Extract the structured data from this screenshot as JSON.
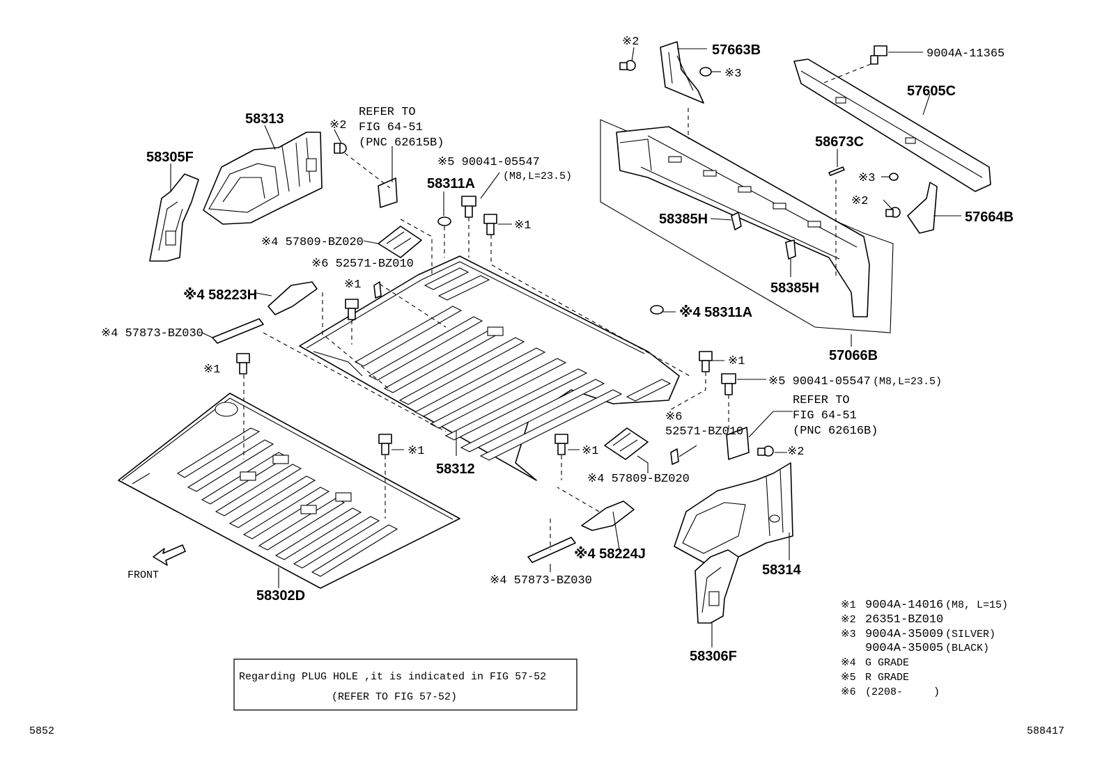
{
  "diagram": {
    "callouts": {
      "p58305F": "58305F",
      "p58313": "58313",
      "refer_left_1": "REFER TO",
      "refer_left_2": "FIG 64-51",
      "refer_left_3": "(PNC 62615B)",
      "k2_left": "※2",
      "k5_top": "※5 90041-05547",
      "k5_top_spec": "(M8,L=23.5)",
      "p58311A_top": "58311A",
      "k1_top": "※1",
      "k4_57809_top": "※4 57809-BZ020",
      "k6_52571_top": "※6 52571-BZ010",
      "k1_mid": "※1",
      "k4_58223H": "※4 58223H",
      "k4_57873_top": "※4 57873-BZ030",
      "k1_left": "※1",
      "p58311A_right": "※4 58311A",
      "p57066B": "57066B",
      "k1_right": "※1",
      "k5_right": "※5 90041-05547",
      "k5_right_spec": "(M8,L=23.5)",
      "refer_right_1": "REFER TO",
      "refer_right_2": "FIG 64-51",
      "refer_right_3": "(PNC 62616B)",
      "k2_right": "※2",
      "k6_right": "※6",
      "k6_right_num": "52571-BZ010",
      "k1_center": "※1",
      "k1_lower": "※1",
      "p58312": "58312",
      "k4_57809_bottom": "※4 57809-BZ020",
      "k4_58224J": "※4 58224J",
      "k4_57873_bottom": "※4 57873-BZ030",
      "p58302D": "58302D",
      "front": "FRONT",
      "p58314": "58314",
      "p58306F": "58306F",
      "k2_top": "※2",
      "p57663B": "57663B",
      "k3_top": "※3",
      "p9004A_11365": "9004A-11365",
      "p57605C": "57605C",
      "p58673C": "58673C",
      "k3_right": "※3",
      "k2_right_top": "※2",
      "p57664B": "57664B",
      "p58385H_a": "58385H",
      "p58385H_b": "58385H"
    },
    "legend": [
      {
        "key": "※1",
        "text": "9004A-14016",
        "spec": "(M8, L=15)"
      },
      {
        "key": "※2",
        "text": "26351-BZ010",
        "spec": ""
      },
      {
        "key": "※3",
        "text": "9004A-35009",
        "spec": "(SILVER)"
      },
      {
        "key": "",
        "text": "9004A-35005",
        "spec": "(BLACK)"
      },
      {
        "key": "※4",
        "text": "G GRADE",
        "spec": ""
      },
      {
        "key": "※5",
        "text": "R GRADE",
        "spec": ""
      },
      {
        "key": "※6",
        "text": "(2208-",
        "spec": ")"
      }
    ],
    "note": {
      "line1": "Regarding PLUG HOLE ,it is indicated in FIG 57-52",
      "line2": "(REFER TO FIG 57-52)"
    },
    "page_left": "5852",
    "page_right": "588417"
  }
}
